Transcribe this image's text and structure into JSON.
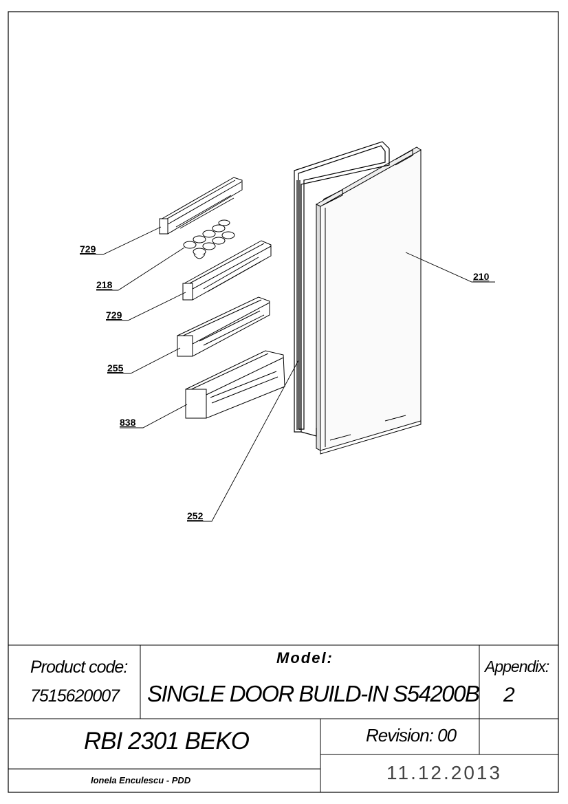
{
  "callouts": {
    "c729a": "729",
    "c218": "218",
    "c729b": "729",
    "c255": "255",
    "c838": "838",
    "c252": "252",
    "c210": "210"
  },
  "title_block": {
    "product_code_label": "Product code:",
    "product_code": "7515620007",
    "model_label": "Model:",
    "model": "SINGLE DOOR BUILD-IN S54200B",
    "appendix_label": "Appendix:",
    "appendix": "2",
    "name": "RBI 2301 BEKO",
    "revision": "Revision: 00",
    "author": "Ionela Enculescu - PDD",
    "date": "11.12.2013"
  }
}
